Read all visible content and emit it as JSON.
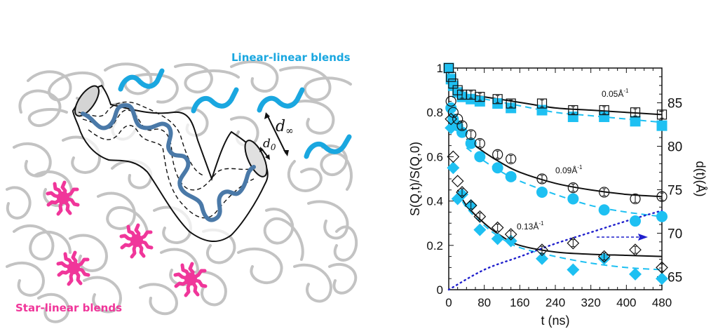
{
  "illustration": {
    "label_linear": "Linear-linear blends",
    "label_star": "Star-linear blends",
    "d_inf": "d",
    "d_inf_sub": "∞",
    "d_0": "d",
    "d_0_sub": "0",
    "colors": {
      "matrix_chains": "#b8b8b8",
      "linear_chains": "#1aa7e0",
      "star_polymers": "#f0369a",
      "probe_chain": "#4a79a8",
      "tube_outline": "#111111"
    }
  },
  "chart_data": {
    "type": "scatter",
    "title": "",
    "xlabel": "t (ns)",
    "ylabel": "S(Q,t)/S(Q,0)",
    "ylabel_right": "d(t)(Å)",
    "xlim": [
      0,
      480
    ],
    "ylim": [
      0,
      1
    ],
    "ylim_right": [
      63.5,
      89
    ],
    "x_ticks": [
      0,
      80,
      160,
      240,
      320,
      400,
      480
    ],
    "y_ticks": [
      0,
      0.2,
      0.4,
      0.6,
      0.8,
      1
    ],
    "y_tick_labels": [
      "0",
      "0.2",
      "0.4",
      "0.6",
      "0.8",
      "1"
    ],
    "y_right_ticks": [
      65,
      70,
      75,
      80,
      85
    ],
    "grid": false,
    "annotations": [
      "0.05Å⁻¹",
      "0.09Å⁻¹",
      "0.13Å⁻¹"
    ],
    "q_labels": {
      "q1": "0.05Å",
      "q2": "0.09Å",
      "q3": "0.13Å",
      "exp": "-1"
    },
    "colors": {
      "open": "#111111",
      "filled": "#1ec0f2",
      "fit_open": "#111111",
      "fit_filled": "#1ec0f2",
      "tube_diameter": "#1f1fcc"
    },
    "series": [
      {
        "name": "Q=0.05 open squares",
        "marker": "open-square",
        "color": "#111111",
        "x": [
          0,
          5,
          10,
          20,
          30,
          50,
          70,
          110,
          140,
          210,
          280,
          350,
          420,
          480
        ],
        "y": [
          1.0,
          0.96,
          0.93,
          0.9,
          0.88,
          0.88,
          0.87,
          0.86,
          0.84,
          0.84,
          0.81,
          0.81,
          0.8,
          0.79
        ]
      },
      {
        "name": "Q=0.05 filled squares",
        "marker": "filled-square",
        "color": "#1ec0f2",
        "x": [
          0,
          5,
          10,
          20,
          30,
          50,
          70,
          110,
          140,
          210,
          280,
          350,
          420,
          480
        ],
        "y": [
          1.0,
          0.95,
          0.92,
          0.89,
          0.87,
          0.86,
          0.85,
          0.84,
          0.82,
          0.81,
          0.78,
          0.78,
          0.76,
          0.74
        ]
      },
      {
        "name": "Q=0.09 open circles",
        "marker": "open-circle",
        "color": "#111111",
        "x": [
          5,
          10,
          20,
          30,
          50,
          70,
          110,
          140,
          210,
          280,
          350,
          420,
          480
        ],
        "y": [
          0.85,
          0.8,
          0.77,
          0.74,
          0.7,
          0.66,
          0.61,
          0.59,
          0.5,
          0.46,
          0.44,
          0.41,
          0.42
        ]
      },
      {
        "name": "Q=0.09 filled circles",
        "marker": "filled-circle",
        "color": "#1ec0f2",
        "x": [
          5,
          10,
          20,
          30,
          50,
          70,
          110,
          140,
          210,
          280,
          350,
          420,
          480
        ],
        "y": [
          0.82,
          0.77,
          0.74,
          0.71,
          0.66,
          0.6,
          0.55,
          0.51,
          0.44,
          0.41,
          0.36,
          0.31,
          0.33
        ]
      },
      {
        "name": "Q=0.13 open diamonds",
        "marker": "open-diamond",
        "color": "#111111",
        "x": [
          5,
          10,
          20,
          30,
          50,
          70,
          110,
          140,
          210,
          280,
          350,
          420,
          480
        ],
        "y": [
          0.77,
          0.6,
          0.49,
          0.44,
          0.38,
          0.33,
          0.28,
          0.25,
          0.18,
          0.21,
          0.15,
          0.18,
          0.1
        ]
      },
      {
        "name": "Q=0.13 filled diamonds",
        "marker": "filled-diamond",
        "color": "#1ec0f2",
        "x": [
          5,
          10,
          20,
          30,
          50,
          70,
          110,
          140,
          210,
          280,
          350,
          420,
          480
        ],
        "y": [
          0.73,
          0.55,
          0.41,
          0.43,
          0.38,
          0.27,
          0.23,
          0.22,
          0.14,
          0.09,
          0.14,
          0.07,
          0.05
        ]
      },
      {
        "name": "Q=0.05 fit (open)",
        "line": "solid",
        "color": "#111111",
        "x": [
          10,
          40,
          80,
          160,
          240,
          320,
          400,
          480
        ],
        "y": [
          0.9,
          0.88,
          0.87,
          0.845,
          0.82,
          0.81,
          0.8,
          0.79
        ]
      },
      {
        "name": "Q=0.05 fit (filled)",
        "line": "dashed",
        "color": "#1ec0f2",
        "x": [
          10,
          40,
          80,
          160,
          240,
          320,
          400,
          480
        ],
        "y": [
          0.89,
          0.87,
          0.86,
          0.83,
          0.8,
          0.785,
          0.77,
          0.755
        ]
      },
      {
        "name": "Q=0.09 fit (open)",
        "line": "solid",
        "color": "#111111",
        "x": [
          40,
          80,
          120,
          160,
          240,
          320,
          400,
          480
        ],
        "y": [
          0.68,
          0.62,
          0.57,
          0.53,
          0.48,
          0.45,
          0.43,
          0.42
        ]
      },
      {
        "name": "Q=0.09 fit (filled)",
        "line": "dashed",
        "color": "#1ec0f2",
        "x": [
          40,
          80,
          120,
          160,
          240,
          320,
          400,
          480
        ],
        "y": [
          0.64,
          0.58,
          0.53,
          0.49,
          0.43,
          0.38,
          0.35,
          0.33
        ]
      },
      {
        "name": "Q=0.13 fit (open)",
        "line": "solid",
        "color": "#111111",
        "x": [
          20,
          40,
          80,
          120,
          160,
          240,
          320,
          400,
          480
        ],
        "y": [
          0.45,
          0.38,
          0.3,
          0.24,
          0.2,
          0.17,
          0.16,
          0.155,
          0.15
        ]
      },
      {
        "name": "Q=0.13 fit (filled)",
        "line": "dashed",
        "color": "#1ec0f2",
        "x": [
          20,
          40,
          80,
          120,
          160,
          240,
          320,
          400,
          480
        ],
        "y": [
          0.44,
          0.37,
          0.29,
          0.23,
          0.19,
          0.15,
          0.12,
          0.1,
          0.09
        ]
      },
      {
        "name": "tube diameter d(t)",
        "line": "dotted",
        "axis": "right",
        "color": "#1f1fcc",
        "x": [
          0,
          80,
          160,
          240,
          320,
          400,
          480
        ],
        "y_right": [
          63.5,
          65.8,
          67.3,
          68.8,
          70.1,
          71.4,
          72.6
        ]
      }
    ],
    "arrow": {
      "direction": "right",
      "meaning": "refers to right axis",
      "x_from": 360,
      "x_to": 455,
      "y_right": 70.2
    }
  }
}
